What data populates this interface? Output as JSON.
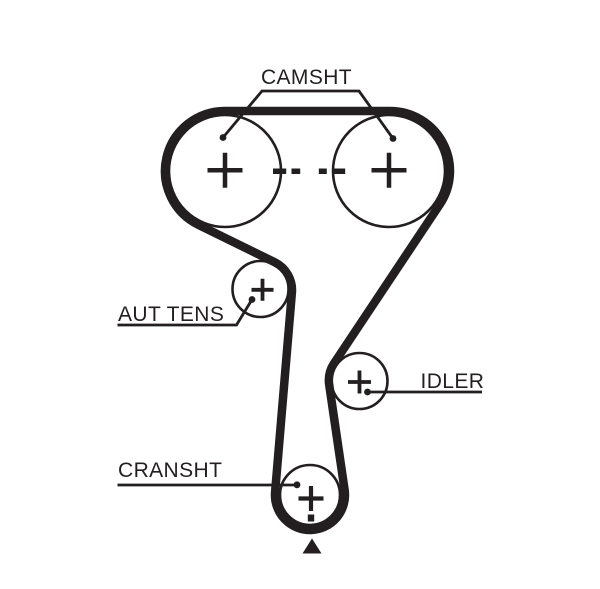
{
  "diagram": {
    "kind": "timing-belt-routing-diagram",
    "background_color": "#ffffff",
    "line_color": "#231f20",
    "labels": {
      "camshaft": "CAMSHT",
      "auto_tensioner": "AUT TENS",
      "idler": "IDLER",
      "crankshaft": "CRANSHT"
    },
    "components": [
      {
        "name": "camshaft-left-pulley",
        "marker": "+"
      },
      {
        "name": "camshaft-right-pulley",
        "marker": "+"
      },
      {
        "name": "auto-tensioner-pulley",
        "marker": "+"
      },
      {
        "name": "idler-pulley",
        "marker": "+"
      },
      {
        "name": "crankshaft-pulley",
        "marker": "+"
      }
    ]
  }
}
